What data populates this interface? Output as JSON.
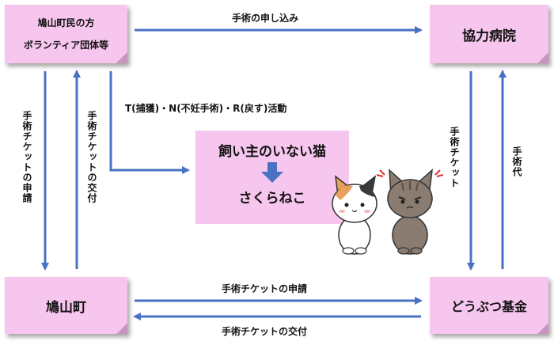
{
  "nodes": {
    "residents": {
      "line1": "鳩山町民の方",
      "line2": "ボランティア団体等"
    },
    "hospital": "協力病院",
    "town": "鳩山町",
    "foundation": "どうぶつ基金",
    "cats": {
      "title": "飼い主のいない猫",
      "result": "さくらねこ"
    }
  },
  "edges": {
    "residents_to_hospital": "手術の申し込み",
    "tnr_activity": "T(捕獲)・N(不妊手術)・R(戻す)活動",
    "residents_to_town": "手術チケットの申請",
    "town_to_residents": "手術チケットの交付",
    "hospital_to_foundation": "手術チケット",
    "foundation_to_hospital": "手術代",
    "town_to_foundation": "手術チケットの申請",
    "foundation_to_town": "手術チケットの交付"
  },
  "colors": {
    "box": "#f7c6ee",
    "arrow": "#4a72c4"
  }
}
